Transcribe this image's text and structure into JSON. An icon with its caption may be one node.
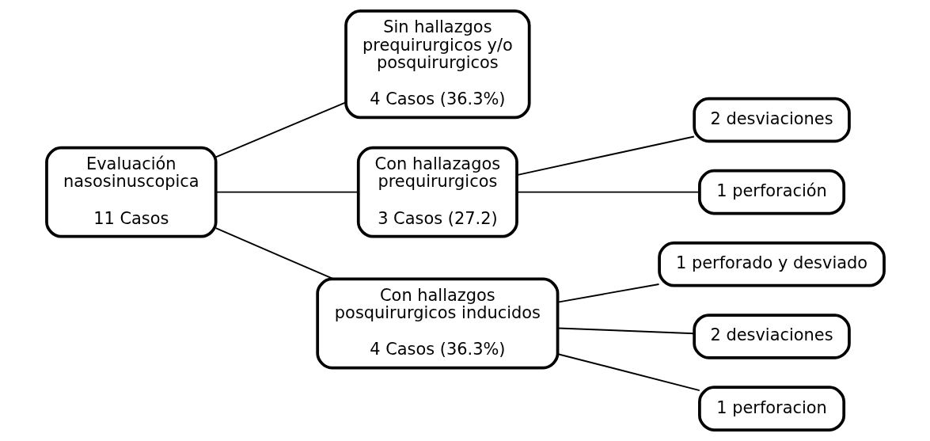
{
  "diagram": {
    "nodes": [
      {
        "text": [
          "Evaluación nasosinuscopica",
          "11 Casos"
        ]
      },
      {
        "text": [
          "Sin hallazgos prequirurgicos y/o posquirurgicos",
          "4 Casos (36.3%)"
        ]
      },
      {
        "text": [
          "Con hallazagos prequirurgicos",
          "3 Casos (27.2)"
        ]
      },
      {
        "text": [
          "Con hallazgos posquirurgicos inducidos",
          "4 Casos (36.3%)"
        ]
      },
      {
        "text": [
          "2 desviaciones"
        ]
      },
      {
        "text": [
          "1 perforación"
        ]
      },
      {
        "text": [
          "1 perforado y desviado"
        ]
      },
      {
        "text": [
          "2 desviaciones"
        ]
      },
      {
        "text": [
          "1 perforacion"
        ]
      }
    ],
    "edges": [
      {
        "from": 0,
        "to": 1,
        "arrow": "none"
      },
      {
        "from": 0,
        "to": 2,
        "arrow": "none"
      },
      {
        "from": 0,
        "to": 3,
        "arrow": "none"
      },
      {
        "from": 2,
        "to": 4,
        "arrow": "none"
      },
      {
        "from": 2,
        "to": 5,
        "arrow": "none"
      },
      {
        "from": 3,
        "to": 6,
        "arrow": "none"
      },
      {
        "from": 3,
        "to": 7,
        "arrow": "none"
      },
      {
        "from": 3,
        "to": 8,
        "arrow": "none"
      }
    ]
  }
}
